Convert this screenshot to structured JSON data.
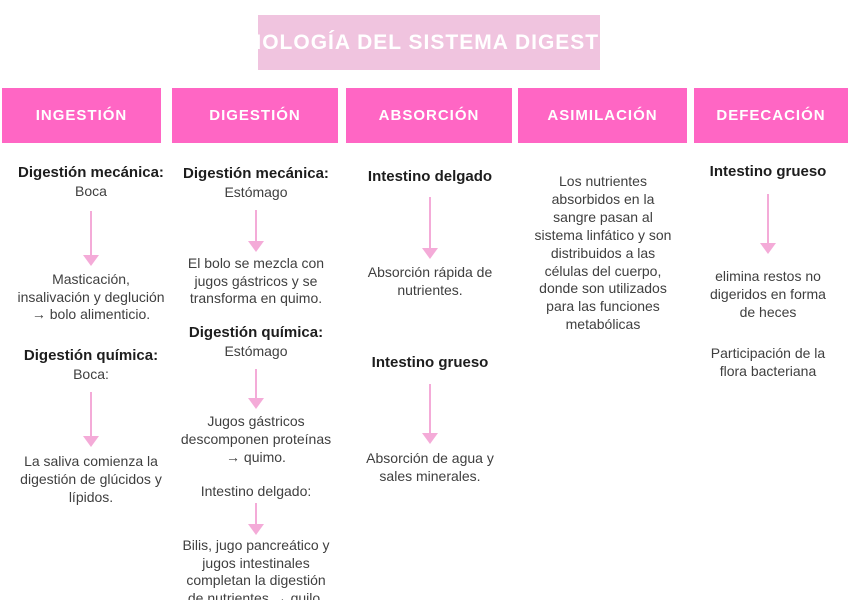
{
  "title": "FISIOLOGÍA DEL SISTEMA DIGESTIVO",
  "colors": {
    "banner_bg": "#f0c4df",
    "header_bg": "#ff66c4",
    "header_text": "#ffffff",
    "arrow": "#f4abd8",
    "heading_text": "#1d1d1d",
    "body_text": "#3f3f3f"
  },
  "columns": [
    {
      "header": "INGESTIÓN",
      "blocks": [
        {
          "heading": "Digestión mecánica:",
          "sub": "Boca",
          "body": "Masticación,\ninsalivación y deglución\n→ bolo alimenticio."
        },
        {
          "heading": "Digestión química:",
          "sub": "Boca:",
          "body": "La saliva comienza la\ndigestión de glúcidos y\nlípidos."
        }
      ]
    },
    {
      "header": "DIGESTIÓN",
      "blocks": [
        {
          "heading": "Digestión mecánica:",
          "sub": "Estómago",
          "body": "El bolo se mezcla con\njugos gástricos y se\ntransforma en quimo."
        },
        {
          "heading": "Digestión química:",
          "sub": "Estómago",
          "body": "Jugos gástricos\ndescomponen proteínas\n→ quimo."
        },
        {
          "plain": "Intestino delgado:",
          "body": "Bilis, jugo pancreático y\njugos intestinales\ncompletan la digestión\nde nutrientes → quilo."
        }
      ]
    },
    {
      "header": "ABSORCIÓN",
      "blocks": [
        {
          "heading": "Intestino delgado",
          "body": "Absorción rápida de\nnutrientes."
        },
        {
          "heading": "Intestino grueso",
          "body": "Absorción de agua y\nsales minerales."
        }
      ]
    },
    {
      "header": "ASIMILACIÓN",
      "blocks": [
        {
          "body": "Los nutrientes\nabsorbidos en la\nsangre pasan al\nsistema linfático y son\ndistribuidos a las\ncélulas del cuerpo,\ndonde son utilizados\npara las funciones\nmetabólicas"
        }
      ]
    },
    {
      "header": "DEFECACIÓN",
      "blocks": [
        {
          "heading": "Intestino grueso",
          "body": "elimina restos no\ndigeridos en forma\nde heces",
          "note": "Participación de la\nflora bacteriana"
        }
      ]
    }
  ]
}
